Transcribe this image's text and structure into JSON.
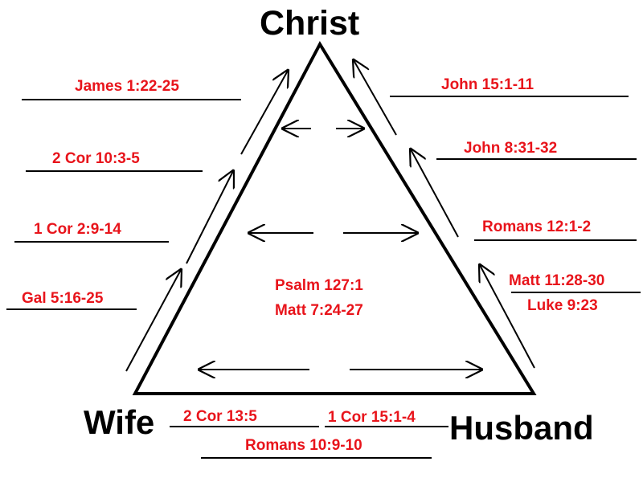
{
  "nodes": {
    "top": "Christ",
    "left": "Wife",
    "right": "Husband"
  },
  "colors": {
    "reference": "#e8141b",
    "lines": "#000000"
  },
  "left_side_refs": [
    "James 1:22-25",
    "2 Cor 10:3-5",
    "1 Cor 2:9-14",
    "Gal 5:16-25"
  ],
  "right_side_refs": [
    "John 15:1-11",
    "John 8:31-32",
    "Romans 12:1-2",
    "Matt 11:28-30",
    "Luke 9:23"
  ],
  "center_refs": [
    "Psalm 127:1",
    "Matt 7:24-27"
  ],
  "base_refs": [
    "2 Cor 13:5",
    "1 Cor 15:1-4",
    "Romans 10:9-10"
  ]
}
